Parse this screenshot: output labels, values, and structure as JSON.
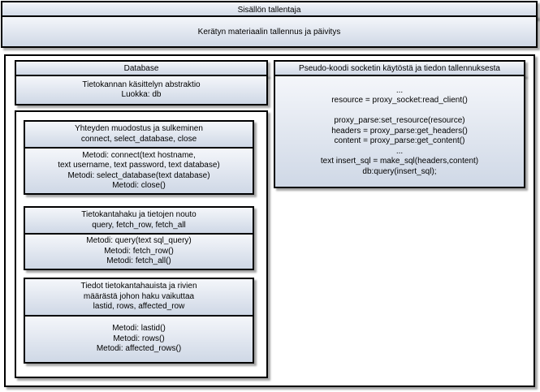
{
  "header": {
    "title": "Sisällön tallentaja",
    "subtitle": "Kerätyn materiaalin tallennus ja päivitys"
  },
  "database": {
    "title": "Database",
    "description": [
      "Tietokannan käsittelyn abstraktio",
      "Luokka: db"
    ],
    "groups": [
      {
        "title": [
          "Yhteyden muodostus ja sulkeminen",
          "connect, select_database, close"
        ],
        "methods": [
          "Metodi: connect(text hostname,",
          "text username, text password, text database)",
          "Metodi: select_database(text database)",
          "Metodi: close()"
        ]
      },
      {
        "title": [
          "Tietokantahaku ja tietojen nouto",
          "query, fetch_row, fetch_all"
        ],
        "methods": [
          "Metodi: query(text sql_query)",
          "Metodi: fetch_row()",
          "Metodi: fetch_all()"
        ]
      },
      {
        "title": [
          "Tiedot tietokantahauista ja rivien",
          "määrästä johon haku vaikuttaa",
          "lastid, rows, affected_row"
        ],
        "methods": [
          "Metodi: lastid()",
          "Metodi: rows()",
          "Metodi: affected_rows()"
        ]
      }
    ]
  },
  "pseudo": {
    "title": "Pseudo-koodi socketin käytöstä ja tiedon tallennuksesta",
    "lines": [
      "...",
      "resource = proxy_socket:read_client()",
      "",
      "proxy_parse:set_resource(resource)",
      "headers = proxy_parse:get_headers()",
      "content = proxy_parse:get_content()",
      "...",
      "text insert_sql = make_sql(headers,content)",
      "db:query(insert_sql);"
    ]
  }
}
